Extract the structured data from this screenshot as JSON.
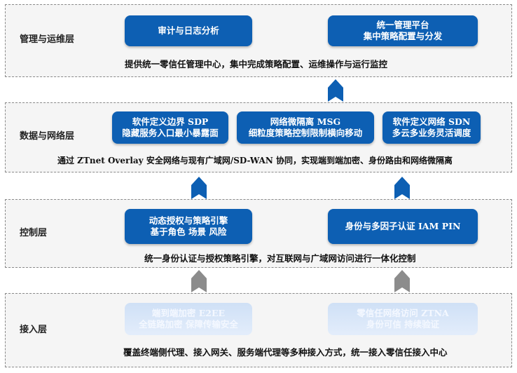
{
  "layers": {
    "management": {
      "label": "管理与运维层",
      "box_audit": "审计与日志分析",
      "box_platform_line1": "统一管理平台",
      "box_platform_line2": "集中策略配置与分发",
      "desc": "提供统一零信任管理中心，集中完成策略配置、运维操作与运行监控"
    },
    "data_network": {
      "label": "数据与网络层",
      "box_sdp_line1": "软件定义边界 SDP",
      "box_sdp_line2": "隐藏服务入口最小暴露面",
      "box_msg_line1": "网络微隔离 MSG",
      "box_msg_line2": "细粒度策略控制限制横向移动",
      "box_sdn_line1": "软件定义网络 SDN",
      "box_sdn_line2": "多云多业务灵活调度",
      "desc": "通过 ZTnet Overlay 安全网络与现有广域网/SD-WAN 协同，实现端到端加密、身份路由和网络微隔离"
    },
    "control": {
      "label": "控制层",
      "box_policy_line1": "动态授权与策略引擎",
      "box_policy_line2": "基于角色 场景 风险",
      "box_iam": "身份与多因子认证 IAM PIN",
      "desc": "统一身份认证与授权策略引擎，对互联网与广域网访问进行一体化控制"
    },
    "access": {
      "label": "接入层",
      "box_e2ee_line1": "端到端加密 E2EE",
      "box_e2ee_line2": "全链路加密 保障传输安全",
      "box_ztna_line1": "零信任网络访问 ZTNA",
      "box_ztna_line2": "身份可信 持续验证",
      "desc": "覆盖终端侧代理、接入网关、服务端代理等多种接入方式，统一接入零信任接入中心"
    }
  },
  "colors": {
    "box_blue": "#0d5fb3",
    "arrow_blue": "#0d5fb3",
    "arrow_gray": "#8c8c8c",
    "box_pale": "#d8e6f8"
  }
}
